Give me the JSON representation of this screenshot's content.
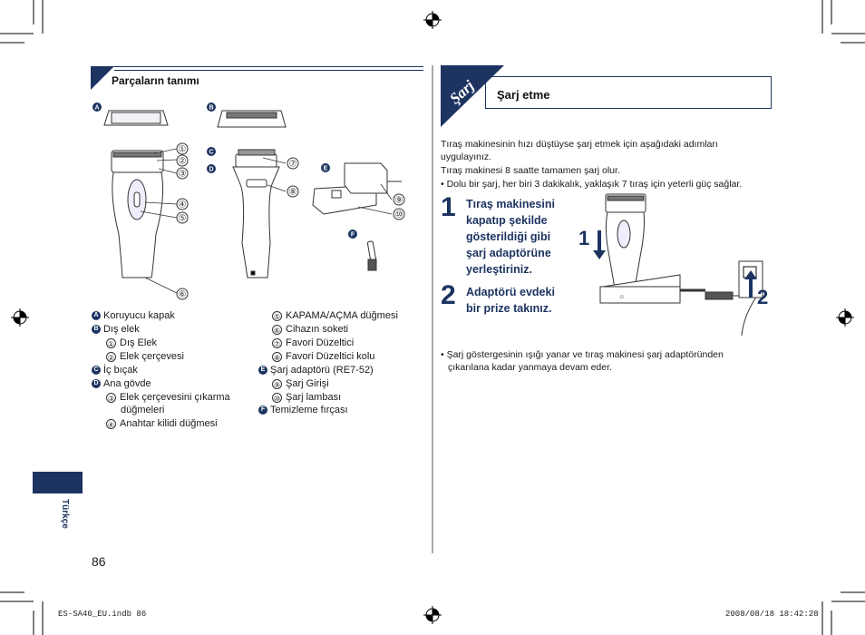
{
  "left": {
    "section_title": "Parçaların tanımı",
    "badges": [
      "A",
      "B",
      "C",
      "D",
      "E",
      "F"
    ],
    "callouts": [
      "①",
      "②",
      "③",
      "④",
      "⑤",
      "⑥",
      "⑦",
      "⑧",
      "⑨",
      "⑩"
    ],
    "parts_col1": [
      {
        "badge": "A",
        "text": "Koruyucu kapak"
      },
      {
        "badge": "B",
        "text": "Dış elek"
      },
      {
        "num": "①",
        "text": "Dış Elek"
      },
      {
        "num": "②",
        "text": "Elek çerçevesi"
      },
      {
        "badge": "C",
        "text": "İç bıçak"
      },
      {
        "badge": "D",
        "text": "Ana gövde"
      },
      {
        "num": "③",
        "text": "Elek çerçevesini çıkarma"
      },
      {
        "text": "düğmeleri"
      },
      {
        "num": "④",
        "text": "Anahtar kilidi düğmesi"
      }
    ],
    "parts_col2": [
      {
        "num": "⑤",
        "text": "KAPAMA/AÇMA düğmesi"
      },
      {
        "num": "⑥",
        "text": "Cihazın soketi"
      },
      {
        "num": "⑦",
        "text": "Favori Düzeltici"
      },
      {
        "num": "⑧",
        "text": "Favori Düzeltici kolu"
      },
      {
        "badge": "E",
        "text": "Şarj adaptörü (RE7-52)"
      },
      {
        "num": "⑨",
        "text": "Şarj Girişi"
      },
      {
        "num": "⑩",
        "text": "Şarj lambası"
      },
      {
        "badge": "F",
        "text": "Temizleme fırçası"
      }
    ],
    "side_tab": "Türkçe",
    "page_number": "86"
  },
  "right": {
    "tab_label": "Şarj",
    "section_title": "Şarj etme",
    "intro_lines": [
      "Tıraş makinesinin hızı düştüyse şarj etmek için aşağıdaki adımları",
      "uygulayınız.",
      "Tıraş makinesi 8 saatte tamamen şarj olur.",
      "• Dolu bir şarj, her biri 3 dakikalık, yaklaşık 7 tıraş için yeterli güç sağlar."
    ],
    "step1_num": "1",
    "step1_lines": [
      "Tıraş makinesini",
      "kapatıp şekilde",
      "gösterildiği gibi",
      "şarj adaptörüne",
      "yerleştiriniz."
    ],
    "step2_num": "2",
    "step2_lines": [
      "Adaptörü evdeki",
      "bir prize takınız."
    ],
    "figure_label_1": "1",
    "figure_label_2": "2",
    "note_lines": [
      "• Şarj göstergesinin ışığı yanar ve tıraş makinesi şarj adaptöründen",
      "çıkarılana kadar yanmaya devam eder."
    ]
  },
  "footer": {
    "file": "ES-SA40_EU.indb   86",
    "timestamp": "2008/08/18   18:42:28"
  },
  "colors": {
    "accent": "#1d3461"
  }
}
